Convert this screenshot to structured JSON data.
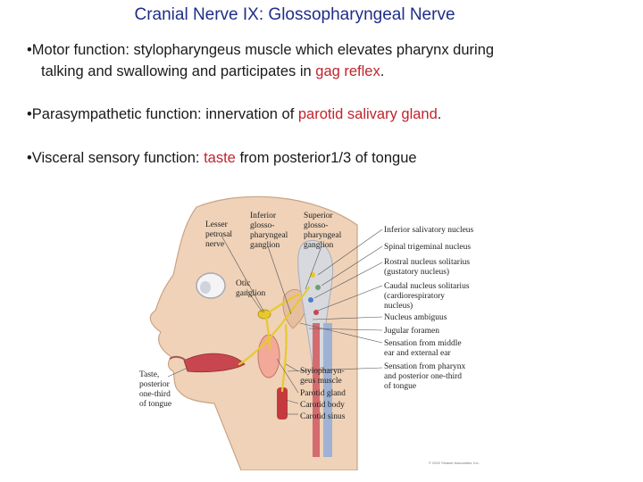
{
  "slide": {
    "title": "Cranial Nerve IX:  Glossopharyngeal Nerve",
    "bullets": [
      {
        "line1": "•Motor function:  stylopharyngeus muscle which elevates pharynx during",
        "line2_pre": "talking and swallowing and participates in ",
        "line2_red": "gag reflex",
        "line2_post": "."
      },
      {
        "pre": "•Parasympathetic function:  innervation of ",
        "red": "parotid salivary gland",
        "post": "."
      },
      {
        "pre": "•Visceral sensory function:  ",
        "red": "taste",
        "post": " from posterior1/3 of tongue"
      }
    ]
  },
  "figure": {
    "left_labels": {
      "lesser_petrosal": [
        "Lesser",
        "petrosal",
        "nerve"
      ],
      "inferior_ganglion": [
        "Inferior",
        "glosso-",
        "pharyngeal",
        "ganglion"
      ],
      "superior_ganglion": [
        "Superior",
        "glosso-",
        "pharyngeal",
        "ganglion"
      ],
      "otic_ganglion": [
        "Otic",
        "ganglion"
      ],
      "taste": [
        "Taste,",
        "posterior",
        "one-third",
        "of tongue"
      ]
    },
    "right_labels": [
      [
        "Inferior salivatory nucleus"
      ],
      [
        "Spinal trigeminal nucleus"
      ],
      [
        "Rostral nucleus solitarius",
        "(gustatory nucleus)"
      ],
      [
        "Caudal nucleus solitarius",
        "(cardiorespiratory",
        "nucleus)"
      ],
      [
        "Nucleus ambiguus"
      ],
      [
        "Jugular foramen"
      ],
      [
        "Sensation from middle",
        "ear and external ear"
      ],
      [
        "Sensation from pharynx",
        "and posterior one-third",
        "of tongue"
      ]
    ],
    "bottom_labels": [
      [
        "Stylopharyn-",
        "geus muscle"
      ],
      [
        "Parotid gland"
      ],
      [
        "Carotid body"
      ],
      [
        "Carotid sinus"
      ]
    ],
    "copyright": "© 2002 Sinauer Associates, Inc.",
    "colors": {
      "skin": "#efd2b8",
      "nerve": "#e9c92a",
      "parotid": "#f2a99a",
      "tongue": "#c8474e",
      "brainstem": "#d7d9de"
    }
  }
}
